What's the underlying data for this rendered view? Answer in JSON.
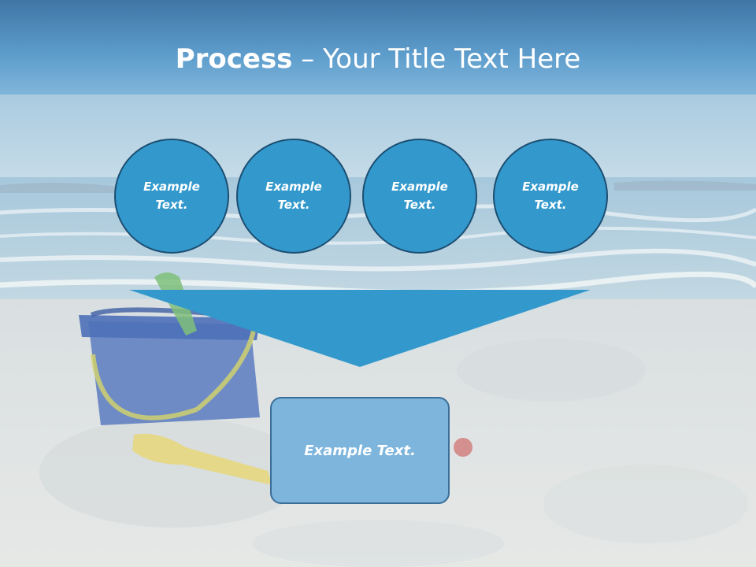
{
  "slide": {
    "title_bold": "Process",
    "title_rest": " – Your Title Text Here",
    "circles": [
      {
        "label": "Example Text."
      },
      {
        "label": "Example Text."
      },
      {
        "label": "Example Text."
      },
      {
        "label": "Example Text."
      }
    ],
    "result_box": {
      "label": "Example Text."
    }
  },
  "colors": {
    "title_band": "#4f8fc0",
    "circle_fill": "#3399cc",
    "circle_border": "#1c4e72",
    "funnel_fill": "#3399cc",
    "box_fill": "#7db5dd"
  }
}
